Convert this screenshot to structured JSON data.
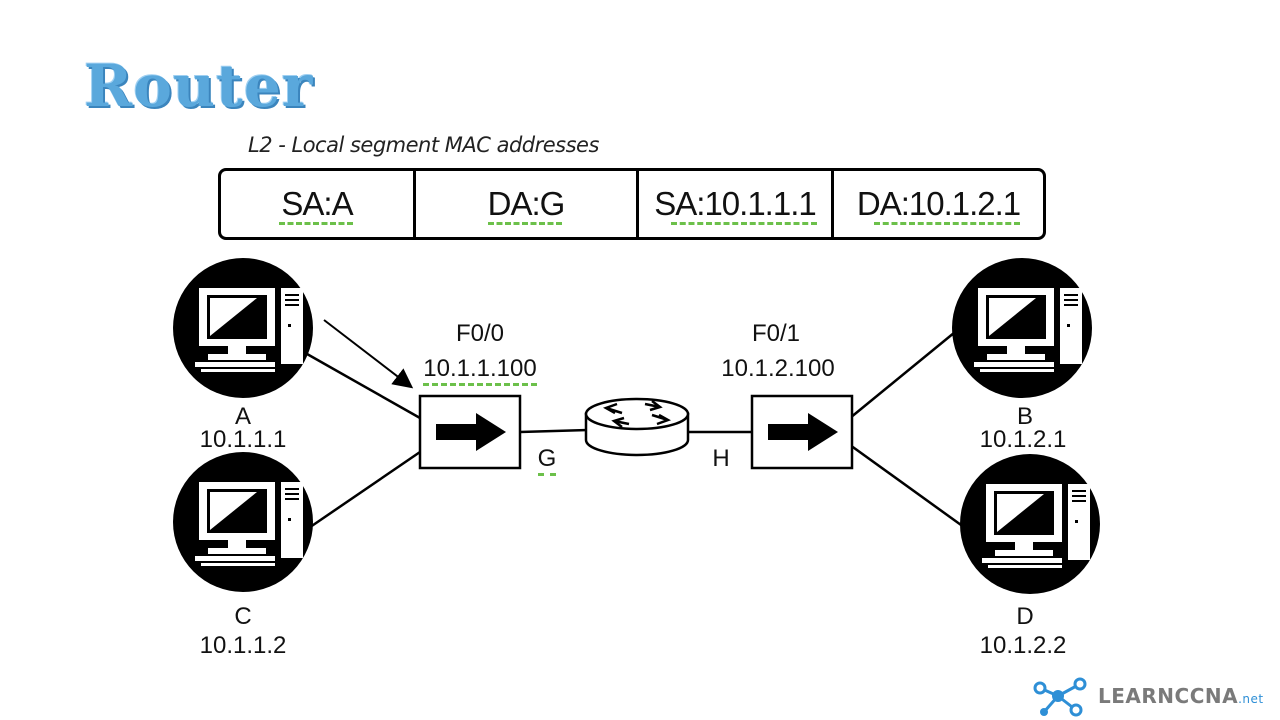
{
  "title": "Router",
  "subtitle": "L2 - Local segment MAC addresses",
  "frame": {
    "fields": [
      {
        "text": "SA:A"
      },
      {
        "text": "DA:G"
      },
      {
        "text": "SA:10.1.1.1"
      },
      {
        "text": "DA:10.1.2.1"
      }
    ]
  },
  "hosts": {
    "a": {
      "name": "A",
      "ip": "10.1.1.1"
    },
    "b": {
      "name": "B",
      "ip": "10.1.2.1"
    },
    "c": {
      "name": "C",
      "ip": "10.1.1.2"
    },
    "d": {
      "name": "D",
      "ip": "10.1.2.2"
    }
  },
  "router": {
    "left_interface": {
      "name": "F0/0",
      "ip": "10.1.1.100",
      "mac": "G"
    },
    "right_interface": {
      "name": "F0/1",
      "ip": "10.1.2.100",
      "mac": "H"
    }
  },
  "logo": {
    "main": "LEARNCCNA",
    "suffix": ".net"
  },
  "colors": {
    "title": "#5aa8dc",
    "underline": "#6cc04a",
    "logo_accent": "#2e8fd6"
  }
}
